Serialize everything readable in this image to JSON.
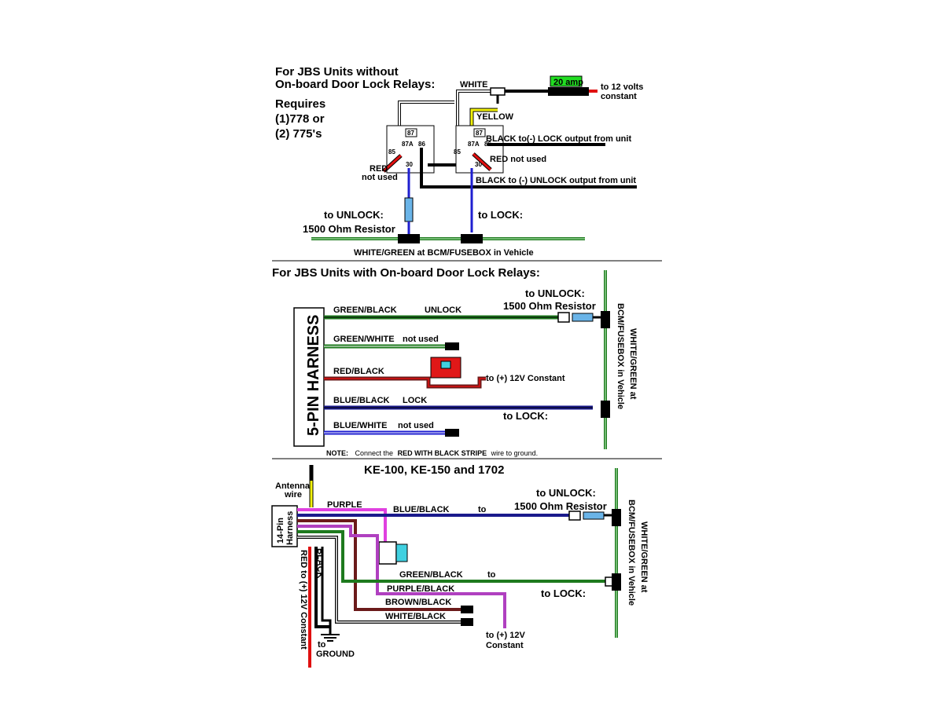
{
  "colors": {
    "black": "#000000",
    "white": "#ffffff",
    "green": "#1e7a1e",
    "light_green": "#8fcf8f",
    "blue": "#1f1fd0",
    "navy": "#1a1a8c",
    "red": "#e01010",
    "yellow": "#f2f20a",
    "purple": "#b040c0",
    "magenta": "#e040e0",
    "brown": "#6b1a1a",
    "gray": "#9a9a9a",
    "fuse_green": "#22dd22",
    "relay_red": "#e01818",
    "resistor_blue": "#6ab4e8",
    "cyan": "#40d0e0"
  },
  "section1": {
    "title_line1": "For JBS Units without",
    "title_line2": "On-board Door Lock Relays:",
    "requires": "Requires",
    "req_line2": "(1)778 or",
    "req_line3": "(2) 775's",
    "white": "WHITE",
    "fuse": "20 amp",
    "to12_line1": "to 12 volts",
    "to12_line2": "constant",
    "yellow": "YELLOW",
    "black_lock": "BLACK to(-) LOCK output from unit",
    "red_not_used_right": "RED not used",
    "red_left_1": "RED",
    "red_left_2": "not used",
    "black_unlock": "BLACK to (-) UNLOCK output from unit",
    "to_unlock": "to UNLOCK:",
    "resistor": "1500 Ohm Resistor",
    "to_lock": "to LOCK:",
    "bcm": "WHITE/GREEN at BCM/FUSEBOX in Vehicle",
    "pin_87": "87",
    "pin_87a": "87A",
    "pin_86": "86",
    "pin_85": "85",
    "pin_30": "30"
  },
  "section2": {
    "title": "For JBS Units with On-board Door Lock Relays:",
    "harness": "5-PIN HARNESS",
    "green_black": "GREEN/BLACK",
    "unlock": "UNLOCK",
    "to_unlock": "to UNLOCK:",
    "resistor": "1500 Ohm Resistor",
    "green_white": "GREEN/WHITE",
    "not_used": "not used",
    "red_black": "RED/BLACK",
    "to_12v": "to (+) 12V Constant",
    "blue_black": "BLUE/BLACK",
    "lock": "LOCK",
    "to_lock": "to LOCK:",
    "blue_white": "BLUE/WHITE",
    "bcm_line1": "WHITE/GREEN at",
    "bcm_line2": "BCM/FUSEBOX in Vehicle",
    "note_label": "NOTE:",
    "note_pre": "Connect the",
    "note_bold": "RED WITH BLACK STRIPE",
    "note_post": "wire to ground."
  },
  "section3": {
    "title": "KE-100, KE-150 and 1702",
    "antenna_1": "Antenna",
    "antenna_2": "wire",
    "purple": "PURPLE",
    "blue_black": "BLUE/BLACK",
    "to": "to",
    "to_unlock": "to UNLOCK:",
    "resistor": "1500 Ohm Resistor",
    "harness_1": "14-Pin",
    "harness_2": "Harness",
    "black": "BLACK",
    "red12": "RED to (+) 12V Constant",
    "green_black": "GREEN/BLACK",
    "to_2": "to",
    "purple_black": "PURPLE/BLACK",
    "to_lock": "to LOCK:",
    "brown_black": "BROWN/BLACK",
    "white_black": "WHITE/BLACK",
    "to_ground_1": "to",
    "to_ground_2": "GROUND",
    "to12_1": "to (+) 12V",
    "to12_2": "Constant",
    "bcm_line1": "WHITE/GREEN at",
    "bcm_line2": "BCM/FUSEBOX in Vehicle"
  }
}
